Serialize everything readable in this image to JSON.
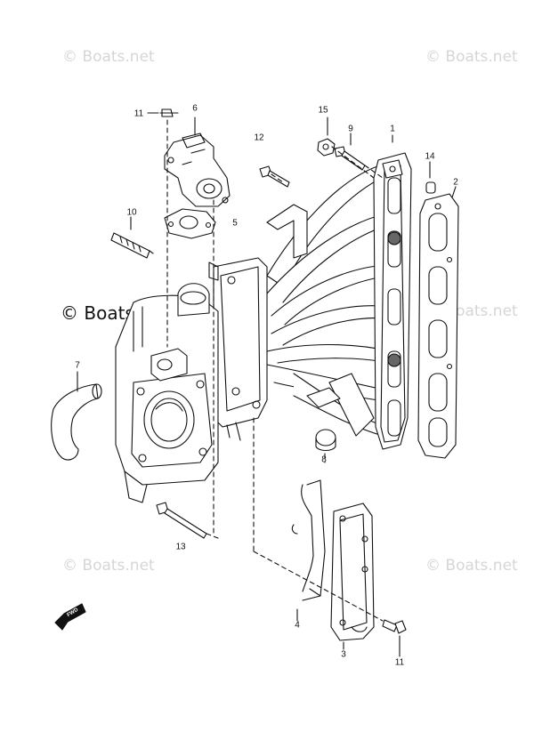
{
  "watermarks": {
    "tl": "© Boats.net",
    "tr": "© Boats.net",
    "mid_left": "© Boats.net",
    "mid_right": "© Boats.net",
    "bl": "© Boats.net",
    "br": "© Boats.net"
  },
  "fwd_label": "FWD",
  "callouts": {
    "c1": "1",
    "c2": "2",
    "c3": "3",
    "c4": "4",
    "c5": "5",
    "c6": "6",
    "c7": "7",
    "c8": "8",
    "c9": "9",
    "c10": "10",
    "c11a": "11",
    "c11b": "11",
    "c12": "12",
    "c13": "13",
    "c14": "14",
    "c15": "15"
  }
}
